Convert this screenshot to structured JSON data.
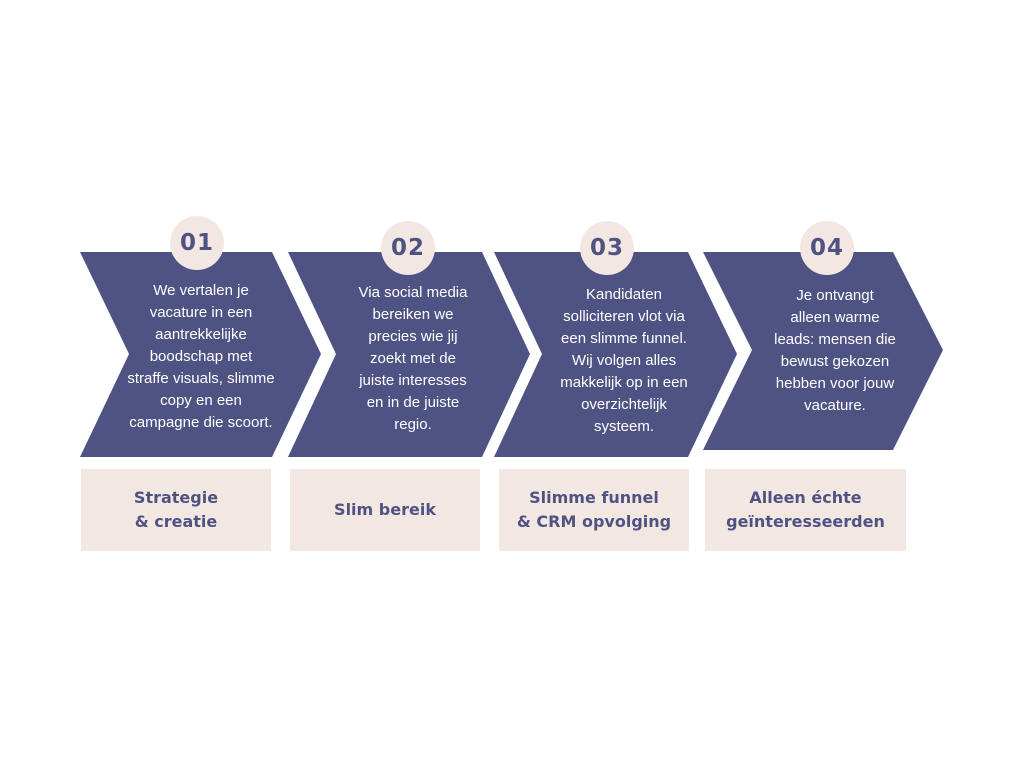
{
  "colors": {
    "chevron": "#4f5384",
    "accent_bg": "#f3e8e1",
    "text_light": "#ffffff",
    "text_dark": "#4f5384",
    "background": "#ffffff"
  },
  "steps": [
    {
      "number": "01",
      "text": "We vertalen je\nvacature in een\naantrekkelijke\nboodschap met\nstraffe visuals, slimme\ncopy en een\ncampagne die scoort.",
      "label": "Strategie\n& creatie"
    },
    {
      "number": "02",
      "text": "Via social media\nbereiken we\nprecies wie jij\nzoekt met de\njuiste interesses\nen in de juiste\nregio.",
      "label": "Slim bereik"
    },
    {
      "number": "03",
      "text": "Kandidaten\nsolliciteren vlot via\neen slimme funnel.\nWij volgen alles\nmakkelijk op in een\noverzichtelijk\nsysteem.",
      "label": "Slimme funnel\n& CRM opvolging"
    },
    {
      "number": "04",
      "text": "Je ontvangt\nalleen warme\nleads: mensen die\nbewust gekozen\nhebben voor jouw\nvacature.",
      "label": "Alleen échte\ngeïnteresseerden"
    }
  ]
}
